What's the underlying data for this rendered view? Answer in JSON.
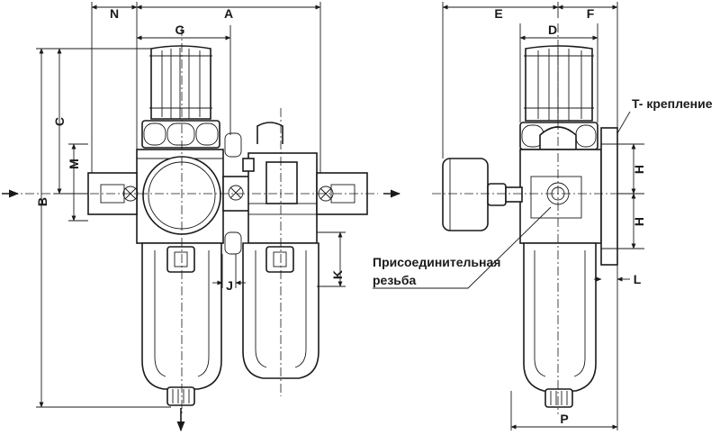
{
  "dimensions": {
    "N": "N",
    "A": "A",
    "G": "G",
    "C": "C",
    "M": "M",
    "B": "B",
    "J": "J",
    "K": "K",
    "E": "E",
    "F": "F",
    "D": "D",
    "H_top": "H",
    "H_bottom": "H",
    "L": "L",
    "P": "P"
  },
  "notes": {
    "mount": "T- крепление",
    "port_line1": "Присоединительная",
    "port_line2": "резьба"
  }
}
